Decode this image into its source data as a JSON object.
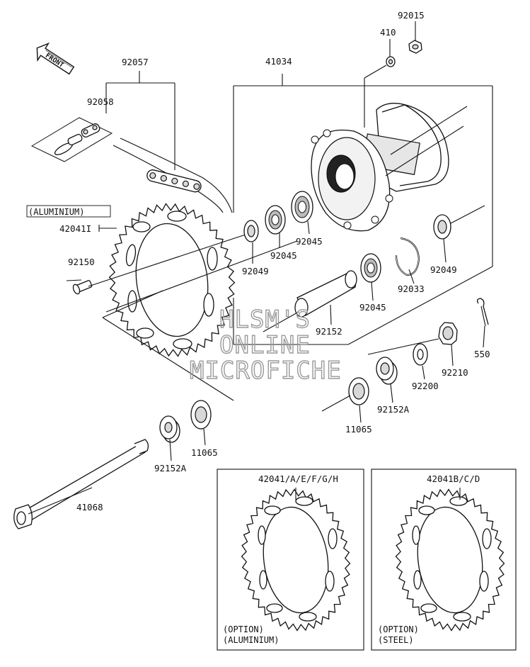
{
  "labels": {
    "front": "FRONT",
    "p92015": "92015",
    "p410": "410",
    "p41034": "41034",
    "p92057": "92057",
    "p92058": "92058",
    "aluminium_note": "(ALUMINIUM)",
    "p42041I": "42041I",
    "p92150": "92150",
    "p92049_left": "92049",
    "p92045_a": "92045",
    "p92045_b": "92045",
    "p92045_c": "92045",
    "p92049_right": "92049",
    "p92033": "92033",
    "p92152": "92152",
    "p550": "550",
    "p92210": "92210",
    "p92200": "92200",
    "p92152A_right": "92152A",
    "p11065_right": "11065",
    "p11065_left": "11065",
    "p92152A_left": "92152A",
    "p41068": "41068",
    "opt_alu_part": "42041/A/E/F/G/H",
    "opt_alu_line1": "(OPTION)",
    "opt_alu_line2": "(ALUMINIUM)",
    "opt_steel_part": "42041B/C/D",
    "opt_steel_line1": "(OPTION)",
    "opt_steel_line2": "(STEEL)"
  },
  "watermark": {
    "line1": "HLSM'S",
    "line2": "ONLINE",
    "line3": "MICROFICHE"
  }
}
